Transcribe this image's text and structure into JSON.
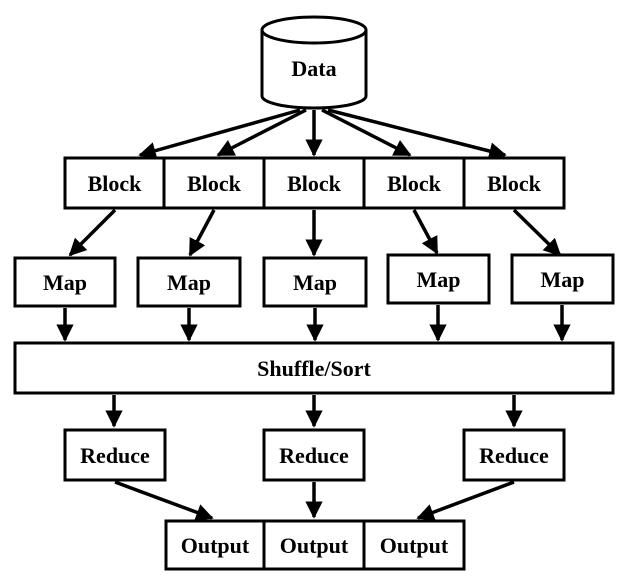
{
  "diagram": {
    "source": {
      "label": "Data"
    },
    "blocks": [
      "Block",
      "Block",
      "Block",
      "Block",
      "Block"
    ],
    "maps": [
      "Map",
      "Map",
      "Map",
      "Map",
      "Map"
    ],
    "shuffle": {
      "label": "Shuffle/Sort"
    },
    "reducers": [
      "Reduce",
      "Reduce",
      "Reduce"
    ],
    "outputs": [
      "Output",
      "Output",
      "Output"
    ]
  }
}
